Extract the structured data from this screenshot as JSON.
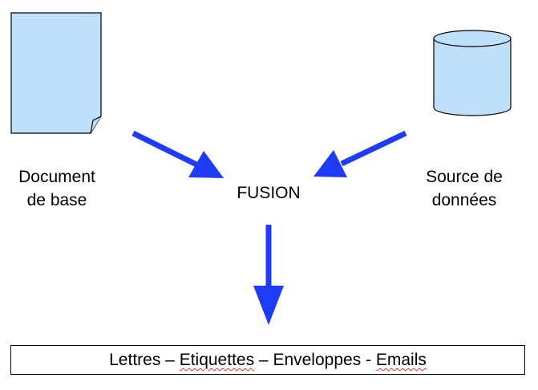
{
  "labels": {
    "document_line1": "Document",
    "document_line2": "de base",
    "fusion": "FUSION",
    "source_line1": "Source de",
    "source_line2": "données"
  },
  "outputs": {
    "part1": "Lettres – ",
    "part2": "Etiquettes",
    "part3": " – Enveloppes - ",
    "part4": "Emails"
  },
  "colors": {
    "shape_fill": "#bfe0fb",
    "shape_stroke": "#000000",
    "arrow": "#1e3cf5",
    "spellcheck": "#d23b2a"
  },
  "icons": [
    "document-icon",
    "database-cylinder-icon"
  ]
}
